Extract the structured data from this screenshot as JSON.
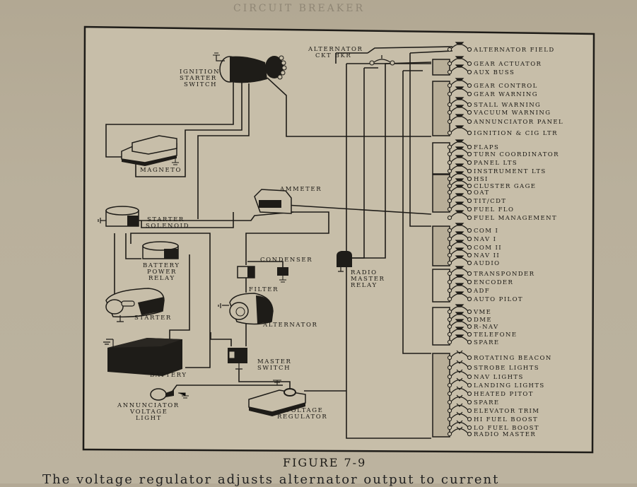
{
  "page": {
    "heading": "CIRCUIT BREAKER",
    "figure_caption": "FIGURE 7-9",
    "body_text_partial": "The voltage regulator adjusts alternator output to current"
  },
  "components": {
    "ignition_starter_switch": [
      "IGNITION",
      "STARTER",
      "SWITCH"
    ],
    "magneto": "MAGNETO",
    "alternator_ckt_bkr": [
      "ALTERNATOR",
      "CKT BKR"
    ],
    "ammeter": "AMMETER",
    "starter_solenoid": [
      "STARTER",
      "SOLENOID"
    ],
    "battery_power_relay": [
      "BATTERY",
      "POWER",
      "RELAY"
    ],
    "condenser": "CONDENSER",
    "filter": "FILTER",
    "radio_master_relay": [
      "RADIO",
      "MASTER",
      "RELAY"
    ],
    "starter": "STARTER",
    "alternator": "ALTERNATOR",
    "battery": "BATTERY",
    "master_switch": [
      "MASTER",
      "SWITCH"
    ],
    "annunciator_voltage_light": [
      "ANNUNCIATOR",
      "VOLTAGE",
      "LIGHT"
    ],
    "voltage_regulator": [
      "VOLTAGE",
      "REGULATOR"
    ]
  },
  "circuits": [
    "ALTERNATOR FIELD",
    "GEAR ACTUATOR",
    "AUX BUSS",
    "GEAR CONTROL",
    "GEAR WARNING",
    "STALL WARNING",
    "VACUUM WARNING",
    "ANNUNCIATOR PANEL",
    "IGNITION & CIG LTR",
    "FLAPS",
    "TURN COORDINATOR",
    "PANEL LTS",
    "INSTRUMENT LTS",
    "HSI",
    "CLUSTER GAGE",
    "OAT",
    "TIT/CDT",
    "FUEL FLO",
    "FUEL MANAGEMENT",
    "COM I",
    "NAV I",
    "COM II",
    "NAV II",
    "AUDIO",
    "TRANSPONDER",
    "ENCODER",
    "ADF",
    "AUTO PILOT",
    "VME",
    "DME",
    "R-NAV",
    "TELEFONE",
    "SPARE",
    "ROTATING BEACON",
    "STROBE LIGHTS",
    "NAV LIGHTS",
    "LANDING LIGHTS",
    "HEATED PITOT",
    "SPARE",
    "ELEVATOR TRIM",
    "HI FUEL BOOST",
    "LO FUEL BOOST",
    "RADIO MASTER"
  ]
}
